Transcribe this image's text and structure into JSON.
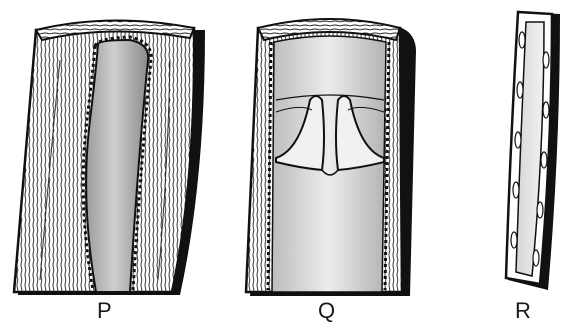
{
  "figure": {
    "vessels": [
      {
        "id": "P",
        "label": "P"
      },
      {
        "id": "Q",
        "label": "Q"
      },
      {
        "id": "R",
        "label": "R"
      }
    ]
  }
}
